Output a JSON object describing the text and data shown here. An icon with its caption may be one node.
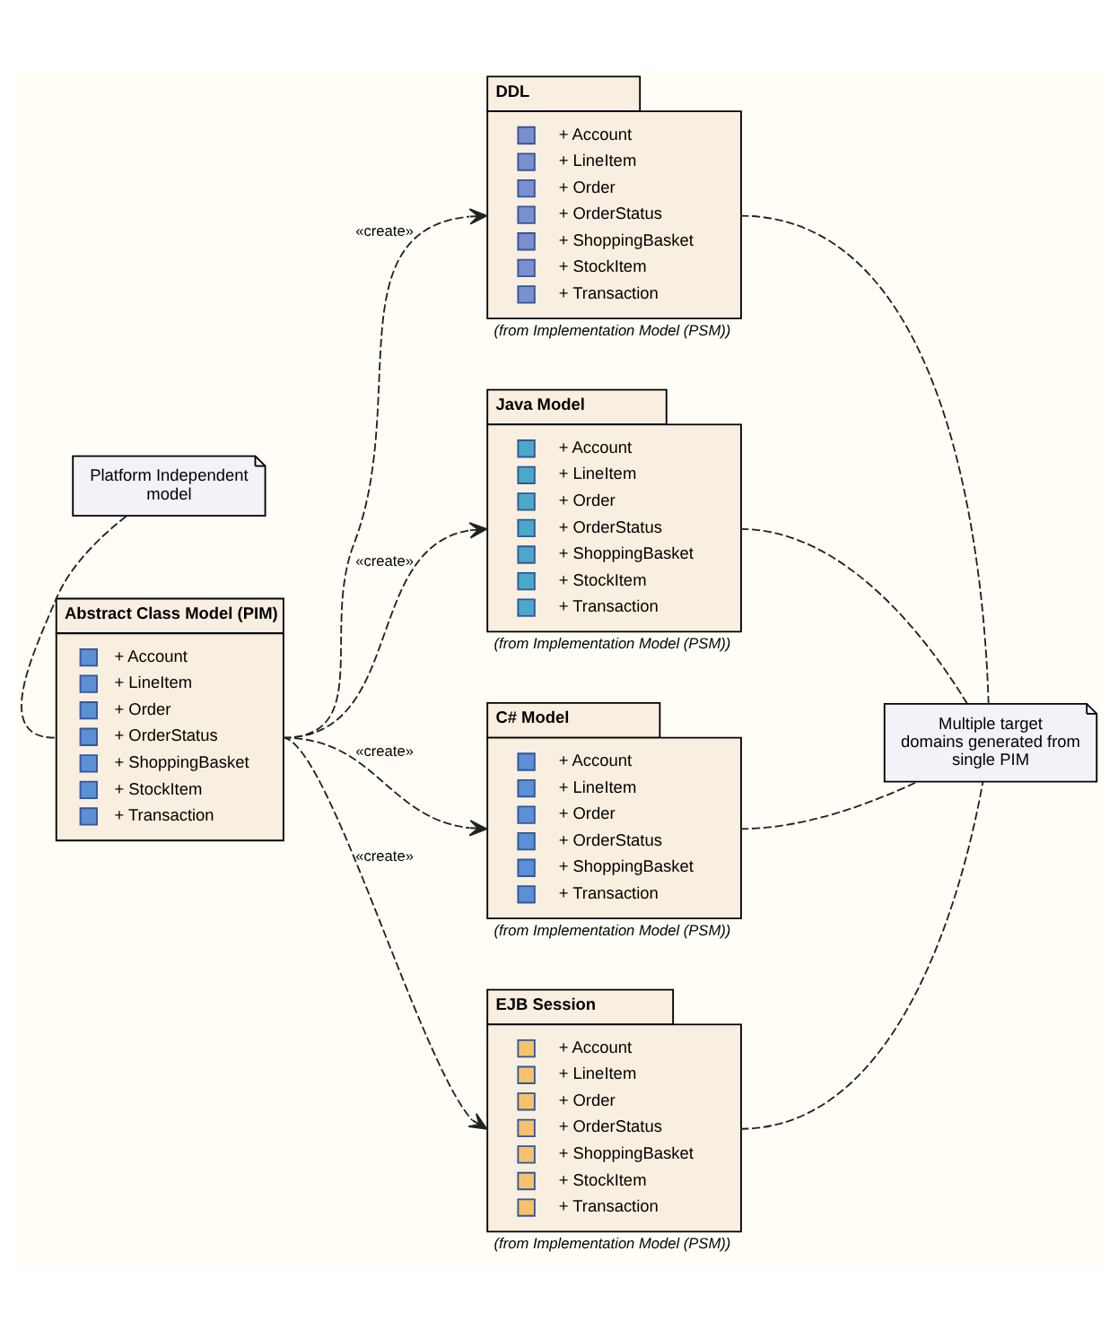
{
  "diagram": {
    "nodes": [
      {
        "text": [
          "Platform Independent model"
        ]
      },
      {
        "text": [
          "Abstract Class Model (PIM)",
          "+ Account",
          "+ LineItem",
          "+ Order",
          "+ OrderStatus",
          "+ ShoppingBasket",
          "+ StockItem",
          "+ Transaction"
        ]
      },
      {
        "text": [
          "DDL",
          "+ Account",
          "+ LineItem",
          "+ Order",
          "+ OrderStatus",
          "+ ShoppingBasket",
          "+ StockItem",
          "+ Transaction"
        ],
        "beside": [
          "(from Implementation Model (PSM))"
        ]
      },
      {
        "text": [
          "Java Model",
          "+ Account",
          "+ LineItem",
          "+ Order",
          "+ OrderStatus",
          "+ ShoppingBasket",
          "+ StockItem",
          "+ Transaction"
        ],
        "beside": [
          "(from Implementation Model (PSM))"
        ]
      },
      {
        "text": [
          "C# Model",
          "+ Account",
          "+ LineItem",
          "+ Order",
          "+ OrderStatus",
          "+ ShoppingBasket",
          "+ Transaction"
        ],
        "beside": [
          "(from Implementation Model (PSM))"
        ]
      },
      {
        "text": [
          "EJB Session",
          "+ Account",
          "+ LineItem",
          "+ Order",
          "+ OrderStatus",
          "+ ShoppingBasket",
          "+ StockItem",
          "+ Transaction"
        ],
        "beside": [
          "(from Implementation Model (PSM))"
        ]
      },
      {
        "text": [
          "Multiple target domains generated from single PIM"
        ]
      }
    ],
    "edges": [
      {
        "from": 0,
        "to": 1,
        "arrow": "none",
        "style": "dashed"
      },
      {
        "from": 1,
        "to": 2,
        "arrow": "to",
        "style": "dashed",
        "label": "«create»"
      },
      {
        "from": 1,
        "to": 3,
        "arrow": "to",
        "style": "dashed",
        "label": "«create»"
      },
      {
        "from": 1,
        "to": 4,
        "arrow": "to",
        "style": "dashed",
        "label": "«create»"
      },
      {
        "from": 1,
        "to": 5,
        "arrow": "to",
        "style": "dashed",
        "label": "«create»"
      },
      {
        "from": 2,
        "to": 6,
        "arrow": "none",
        "style": "dashed"
      },
      {
        "from": 3,
        "to": 6,
        "arrow": "none",
        "style": "dashed"
      },
      {
        "from": 4,
        "to": 6,
        "arrow": "none",
        "style": "dashed"
      },
      {
        "from": 5,
        "to": 6,
        "arrow": "none",
        "style": "dashed"
      }
    ]
  }
}
